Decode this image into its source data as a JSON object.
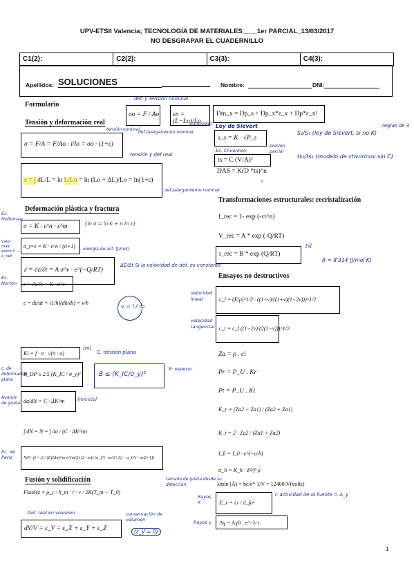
{
  "header": {
    "line1": "UPV-ETSII Valencia;  TECNOLOGÍA DE MATERIALES____1er PARCIAL_13/03/2017",
    "line2": "NO DESGRAPAR EL CUADERNILLO"
  },
  "score_cells": [
    "C1(2):",
    "C2(2):",
    "C3(3):",
    "C4(3):"
  ],
  "student": {
    "apellidos_label": "Apellidos:",
    "apellidos_value": "SOLUCIONES",
    "nombre_label": "Nombre:",
    "dni_label": "DNI:"
  },
  "left": {
    "formulario": "Formulario",
    "tension_title": "Tensión y deformación real",
    "eq_sigma": "σ = F/A = F/Ao · l/lo = σo · (1+ε)",
    "eq_eps": "ε = ∫ dL/L = ln L/Lo = ln (Lo + ΔL)/Lo = ln(1+ε)",
    "plastica_title": "Deformación plástica y fractura",
    "eq_holloman": "σ = K · ε^n · ε̇^m",
    "eq_valor_maximo": "σ_t=ε = K · ε^n / (n+1)",
    "eq_creep": "ε̇ = ∂ε/∂t = A σ^ν · e^(−Q/RT)",
    "eq_norton": "ε̇ = ∂ε/∂t = K · σ^ν",
    "eq_strain_rate": "ε̇ = dε/dt = (1/h)(dh/dt) = v/h",
    "eq_ki": "Ki = f · σ · √(π · a)",
    "eq_bdp": "B_DP ≥ 2.5 (K_IC / σ_y)²",
    "eq_crack_growth": "da/dN = C · ΔK^m",
    "eq_integral": "∫ dN = N = ∫ da / (C · ΔK^m)",
    "eq_paris": "N(0−f) = 2 / (C(fΔσ)^m π^(m/2) (2−m)) (a_f^(−m/2+1) − a_0^(−m/2+1))",
    "fusion_title": "Fusión y solidificación",
    "eq_fluidez": "Fluidez = ρ_c · h_m · r · v / 2K(T_m − T_0)",
    "eq_volumen": "dV/V = ε_V = ε_X + ε_Y + ε_Z"
  },
  "right": {
    "eq_tiempo_def": "Dm_x = Dp_s + Dp_x*ε_x + Dp*ε_x²",
    "eq_sievert": "s_s = K · √P_s",
    "eq_ts": "ts = C (V/A)²",
    "eq_das": "DAS = K(D *ts)^n",
    "recris_title": "Transformaciones estructurales: recristalización",
    "eq_frec": "f_rec = 1- exp (-ct^n)",
    "eq_vrec": "V_rec = A * exp (-Q/RT)",
    "eq_trec": "t_rec = B * exp (Q/RT)",
    "ensayos_title": "Ensayos no destructivos",
    "eq_cl": "c_l = (E/ρ)^1/2 · ((1−ν)/((1+ν)(1−2ν)))^1/2",
    "eq_ct": "c_t = c_l ((1−2ν)/(2(1−ν)))^1/2",
    "eq_za": "Za = ρ . ci",
    "eq_pr": "Pr = P_U . Kr",
    "eq_pt": "Pt = P_U . Kt",
    "eq_kr": "K_r = (Za2 − Za1) / (Za2 + Za1)",
    "eq_kt": "K_t = 2 · Za2 / (Za1 + Za2)",
    "eq_ih": "I_h = I_0 · e^(−α·h)",
    "eq_alpha": "α_h = K_h · Z⁴/f³ ρ",
    "eq_lambda": "λmín (Å) = hc/e* 1/V = 12400/V(volts)",
    "eq_ex": "E_x = i.t / d_fo²",
    "eq_agamma": "Aγ = Aγ0 . e^−λ·t"
  },
  "handwritten": {
    "def_tension": "def. y tensión nominal",
    "tension_nominal": "tensión nominal",
    "def_alarg": "def./alargamiento nominal",
    "tension_def_real": "tensión y def real",
    "def_alarg2": "def./alargamiento nominal",
    "ec_holloman": "Ec. Holloman",
    "valor_maximo": "Valor máx. entre 0 − ε_rad",
    "holloman_ln": "{ln σ = ln K + n ln ε}",
    "energia": "energía de act. [J/mol]",
    "ec_norton": "Ec. Norton",
    "velocidad": "ΔE/Δt  Si la velocidad de def. es constante",
    "v_formula": "v = l / m",
    "m_unit": "[m]",
    "c_tension_plana": "C. tensión plana",
    "b_espesor": "B: espesor",
    "c_def_plana": "c. de deformación plana",
    "avance_grieta": "Avance de grieta",
    "m_ciclo": "[m/ciclo]",
    "ec_paris": "Ec. de Paris",
    "tamano_grieta": "tamaño de grieta desde su detección",
    "def_real_vol": "Def. real en volumen",
    "conservacion": "conservación de volumen",
    "ev_zero": "(ε_V = 0)",
    "solubilidad": "solubilidad",
    "ley_sievert": "Ley de Sievert",
    "presion_parcial": "presión parcial",
    "ec_chvorinov": "Ec. Chvorinov",
    "ss_s1": "S₂/S₁ (ley de Sievert, si no K)",
    "ts_ratio": "ts₂/ts₁ (modelo de chvorinov sin C)",
    "reglas": "reglas de 3",
    "r_const": "R = 8'314 [J/mol·K]",
    "s_unit": "[s]",
    "vel_lineal": "velocidad lineal",
    "vel_tangencial": "velocidad tangencial",
    "rayos_x": "Rayos X",
    "rayos_g": "Rayos γ",
    "actividad": "i: actividad de la fuente = A_γ",
    "sum_mark": "L"
  },
  "page_number": "1",
  "colors": {
    "ink": "#111111",
    "handwriting": "#1a2a88",
    "highlight": "#f3ef3a"
  }
}
